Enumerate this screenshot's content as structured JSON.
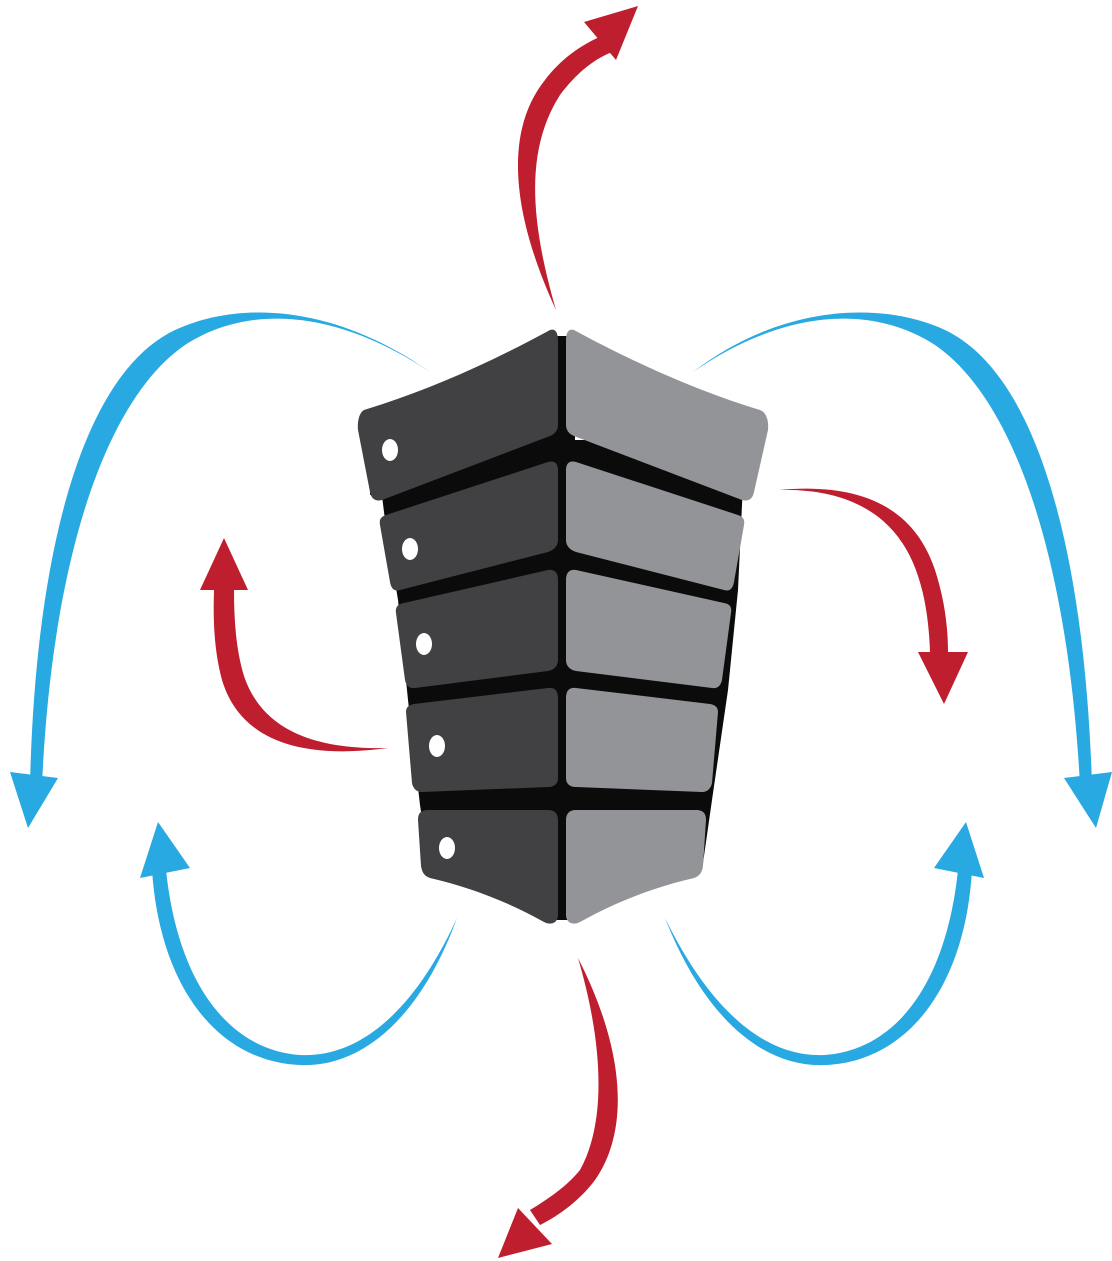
{
  "colors": {
    "background": "#ffffff",
    "hot_arrow": "#be1e2d",
    "cold_arrow": "#29a9e1",
    "dark_panel": "#414143",
    "light_panel": "#939497",
    "frame": "#0b0b0c",
    "indicator": "#ffffff"
  },
  "diagram": {
    "subject": "server-rack-icon",
    "rack_units": 5,
    "hot_arrows": [
      "top",
      "bottom",
      "left-inner",
      "right-inner"
    ],
    "cold_arrows": [
      "left-outer",
      "left-lower",
      "right-outer",
      "right-lower"
    ]
  }
}
